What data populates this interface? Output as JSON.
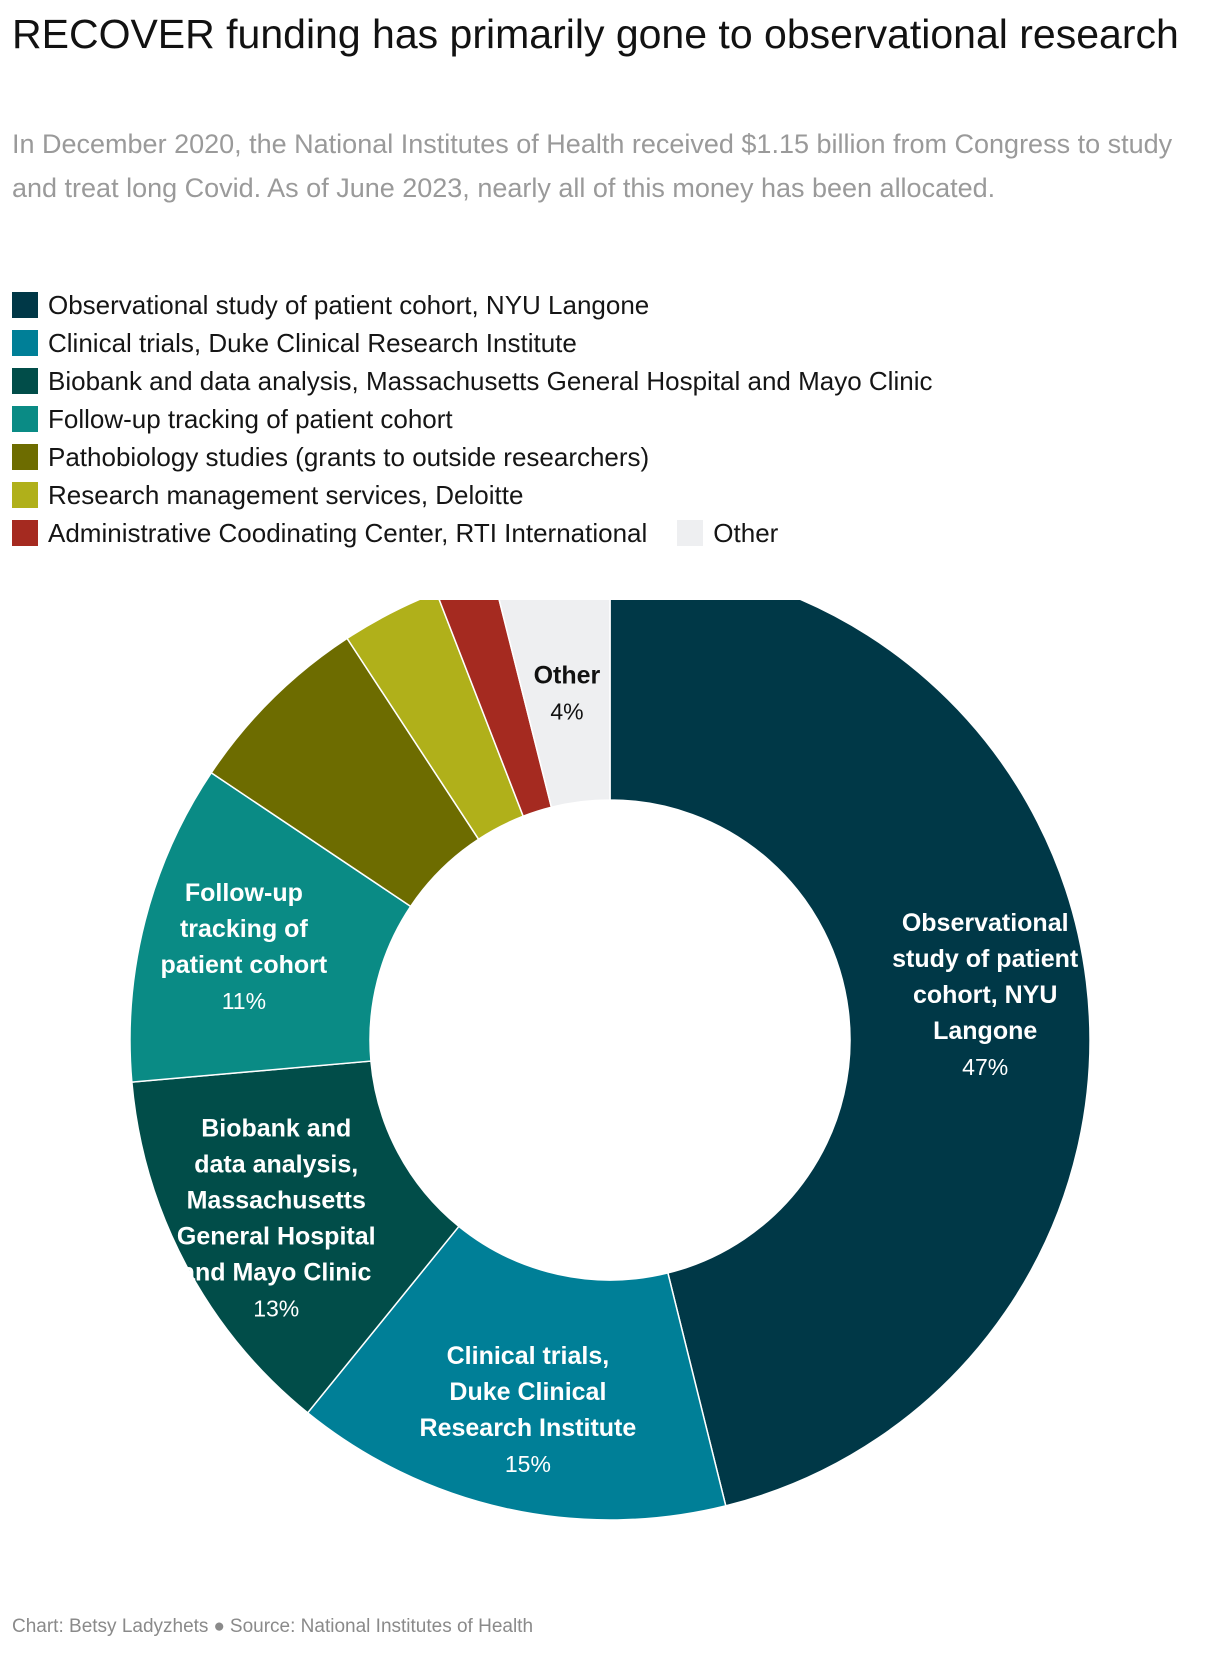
{
  "chart_data": {
    "type": "pie",
    "variant": "donut",
    "title": "RECOVER funding has primarily gone to observational research",
    "subtitle": "In December 2020, the National Institutes of Health received $1.15 billion from Congress to study and treat long Covid. As of June 2023, nearly all of this money has been allocated.",
    "legend_position": "top",
    "unit": "%",
    "slices": [
      {
        "name": "Observational study of patient cohort, NYU Langone",
        "value": 47,
        "label": "47%",
        "color": "#003847",
        "label_color": "#ffffff",
        "slice_label_lines": [
          "Observational",
          "study of patient",
          "cohort, NYU",
          "Langone"
        ]
      },
      {
        "name": "Clinical trials, Duke Clinical Research Institute",
        "value": 15,
        "label": "15%",
        "color": "#007f97",
        "label_color": "#ffffff",
        "slice_label_lines": [
          "Clinical trials,",
          "Duke Clinical",
          "Research Institute"
        ]
      },
      {
        "name": "Biobank and data analysis, Massachusetts General Hospital and Mayo Clinic",
        "value": 13,
        "label": "13%",
        "color": "#014d49",
        "label_color": "#ffffff",
        "slice_label_lines": [
          "Biobank and",
          "data analysis,",
          "Massachusetts",
          "General Hospital",
          "and Mayo Clinic"
        ]
      },
      {
        "name": "Follow-up tracking of patient cohort",
        "value": 11,
        "label": "11%",
        "color": "#0a8b85",
        "label_color": "#ffffff",
        "slice_label_lines": [
          "Follow-up",
          "tracking of",
          "patient cohort"
        ]
      },
      {
        "name": "Pathobiology studies (grants to outside researchers)",
        "value": 6.5,
        "label": "",
        "color": "#6d6c00",
        "label_color": "#ffffff",
        "slice_label_lines": []
      },
      {
        "name": "Research management services, Deloitte",
        "value": 3.4,
        "label": "",
        "color": "#b0b01a",
        "label_color": "#ffffff",
        "slice_label_lines": []
      },
      {
        "name": "Administrative Coodinating Center, RTI International",
        "value": 2,
        "label": "",
        "color": "#a52a20",
        "label_color": "#ffffff",
        "slice_label_lines": []
      },
      {
        "name": "Other",
        "value": 4,
        "label": "4%",
        "color": "#eeeff1",
        "label_color": "#111111",
        "slice_label_lines": [
          "Other"
        ]
      }
    ]
  },
  "footer": {
    "credit": "Chart: Betsy Ladyzhets",
    "separator": "●",
    "source": "Source: National Institutes of Health"
  }
}
